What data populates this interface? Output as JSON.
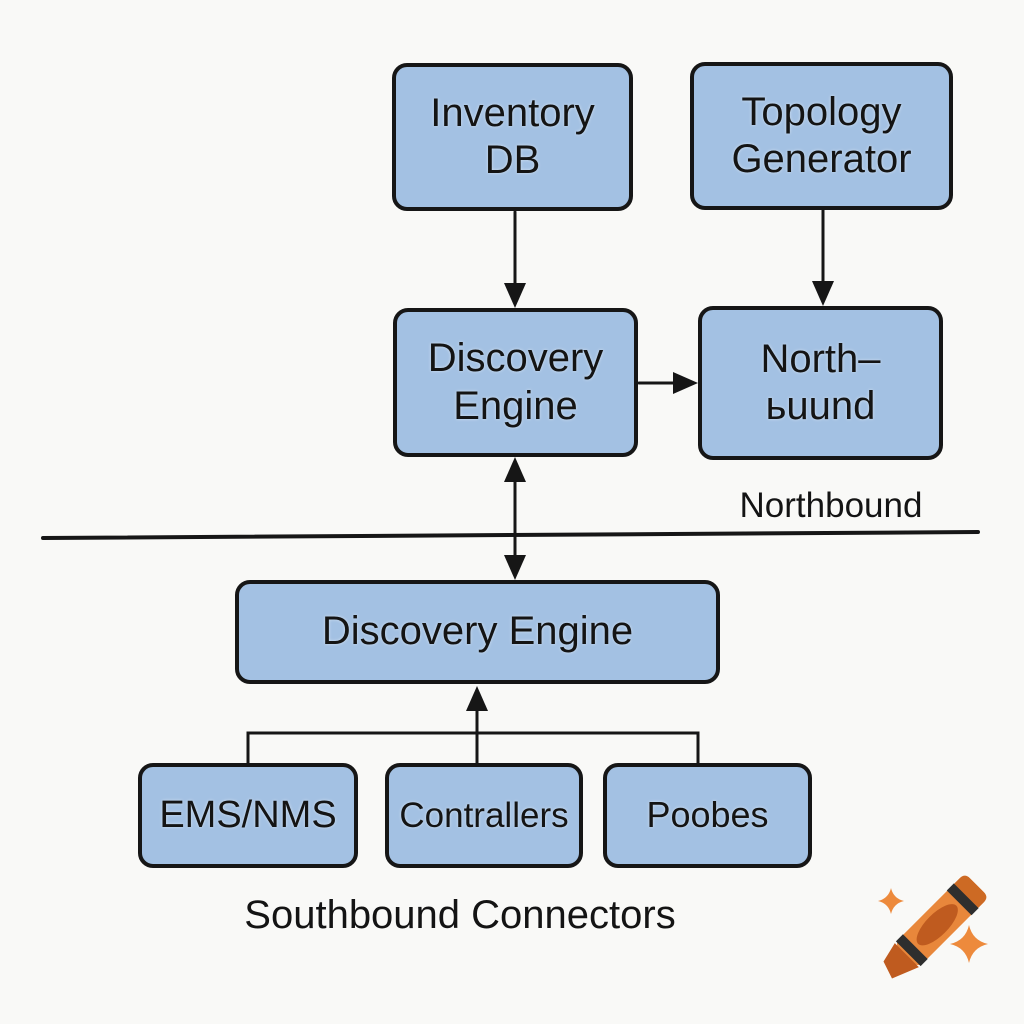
{
  "theme": {
    "background": "#f9f9f7",
    "node_fill": "#a3c1e3",
    "node_border": "#161616",
    "line_color": "#161616",
    "text_color": "#141414",
    "logo_orange": "#e8873b",
    "logo_dark_orange": "#bf5b1f",
    "logo_stripe": "#2e2e2e",
    "logo_sparkle": "#ed8a3c"
  },
  "nodes": {
    "inventory_db": "Inventory\nDB",
    "topology_generator": "Topology\nGenerator",
    "discovery_engine_upper": "Discovery\nEngine",
    "northbound_module": "North–\nьuund",
    "discovery_engine_lower": "Discovery Engine",
    "ems_nms": "EMS/NMS",
    "controllers": "Contrallers",
    "probes": "Poobes"
  },
  "labels": {
    "northbound": "Northbound",
    "southbound": "Southbound Connectors"
  },
  "logo": {
    "icon": "crayon-with-sparkles-icon"
  }
}
